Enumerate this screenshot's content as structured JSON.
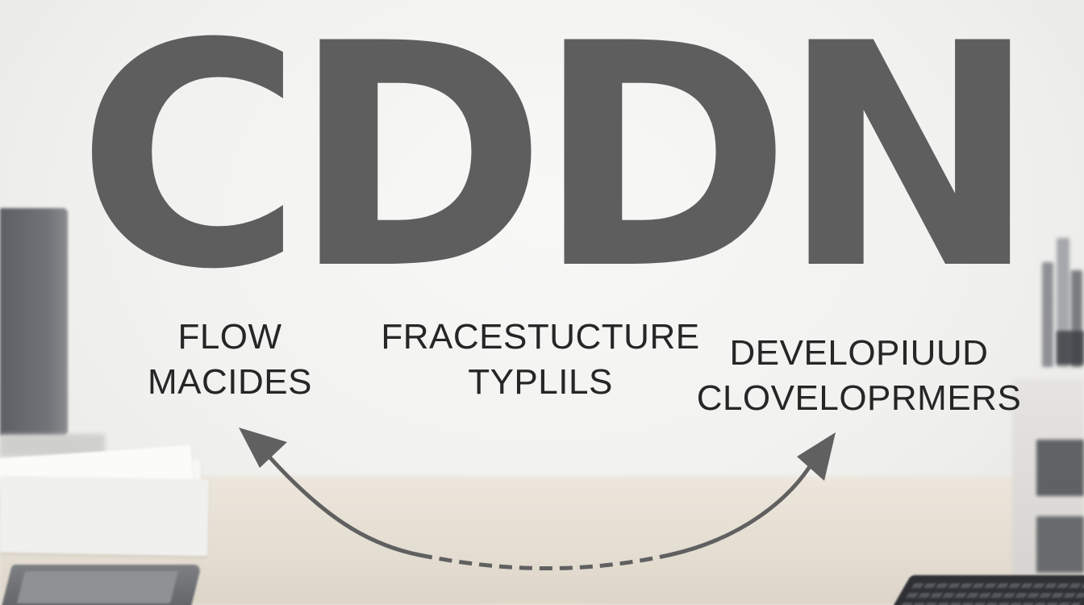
{
  "title": "CDDN",
  "labels": {
    "left": [
      "FLOW",
      "MACIDES"
    ],
    "middle": [
      "FRACESTUCTURE",
      "TYPLILS"
    ],
    "right": [
      "DEVELOPIUUD",
      "CLOVELOPRMERS"
    ]
  },
  "colors": {
    "title": "#5e5e5e",
    "label_text": "#262626",
    "arrow": "#606060",
    "background": "#f3f3f2"
  },
  "connector": {
    "style": "curved double-headed arrow, dashed in the middle",
    "icons": [
      "arrowhead-left-icon",
      "arrowhead-right-icon"
    ]
  }
}
